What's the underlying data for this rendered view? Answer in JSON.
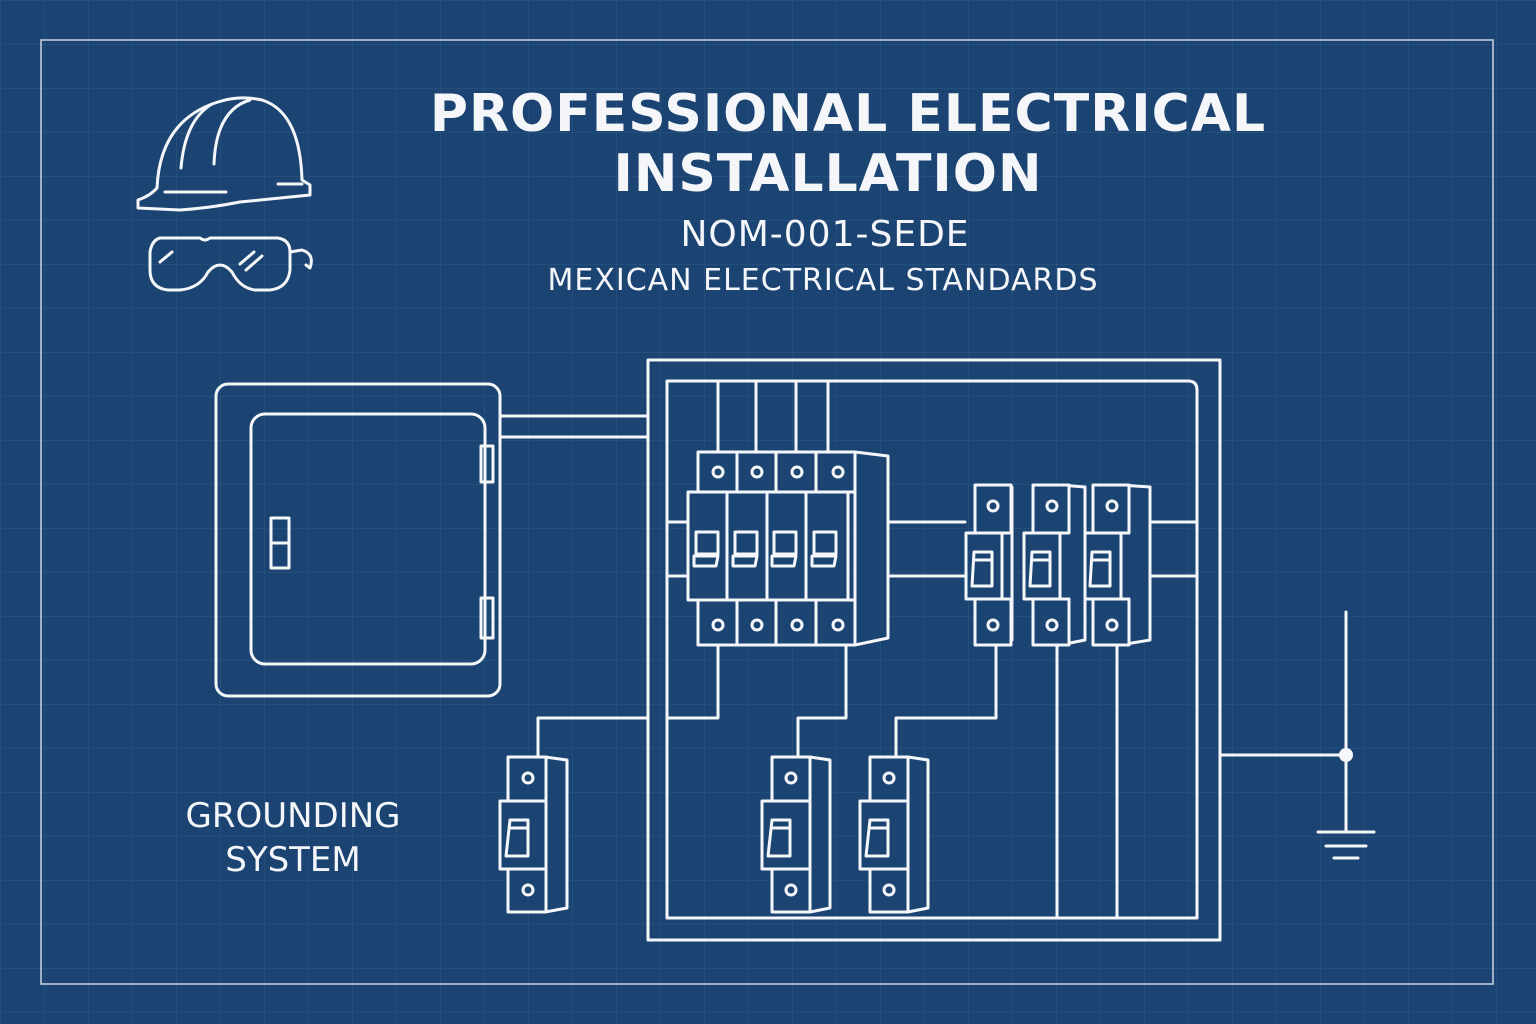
{
  "title": {
    "line1": "PROFESSIONAL ELECTRICAL",
    "line2": "INSTALLATION"
  },
  "subtitle": {
    "standard": "NOM-001-SEDE",
    "description": "MEXICAN ELECTRICAL STANDARDS"
  },
  "grounding_label": {
    "line1": "GROUNDING",
    "line2": "SYSTEM"
  },
  "icons": [
    "hard-hat-icon",
    "safety-glasses-icon",
    "ground-symbol-icon"
  ],
  "colors": {
    "background": "#1b4472",
    "line": "#f4f6fa",
    "grid": "#2d5785"
  }
}
